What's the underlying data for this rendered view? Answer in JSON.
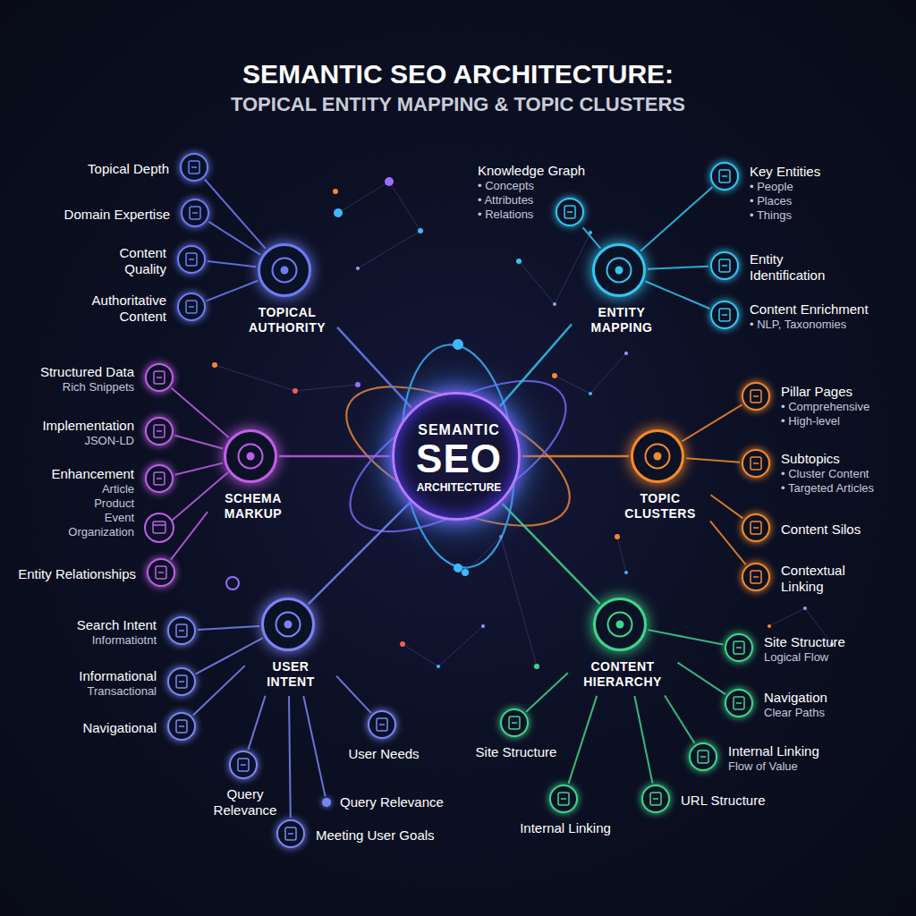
{
  "diagram": {
    "title": "SEMANTIC SEO ARCHITECTURE:",
    "nodes": [
      {
        "text": [
          "SEMANTIC",
          "SEO",
          "ARCHITECTURE"
        ]
      },
      {
        "text": [
          "TOPICAL AUTHORITY"
        ]
      },
      {
        "text": [
          "Topical Depth"
        ]
      },
      {
        "text": [
          "Domain Expertise"
        ]
      },
      {
        "text": [
          "Content Quality"
        ]
      },
      {
        "text": [
          "Authoritative Content"
        ]
      },
      {
        "text": [
          "ENTITY MAPPING"
        ]
      },
      {
        "text": [
          "Knowledge Graph",
          "• Concepts",
          "• Attributes",
          "• Relations"
        ]
      },
      {
        "text": [
          "Key Entities",
          "• People",
          "• Places",
          "• Things"
        ]
      },
      {
        "text": [
          "Entity Identification"
        ]
      },
      {
        "text": [
          "Content Enrichment",
          "• NLP, Taxonomies"
        ]
      },
      {
        "text": [
          "TOPIC CLUSTERS"
        ]
      },
      {
        "text": [
          "Pillar Pages",
          "• Comprehensive",
          "• High-level"
        ]
      },
      {
        "text": [
          "Subtopics",
          "• Cluster Content",
          "• Targeted Articles"
        ]
      },
      {
        "text": [
          "Content Silos"
        ]
      },
      {
        "text": [
          "Contextual Linking"
        ]
      },
      {
        "text": [
          "CONTENT HIERARCHY"
        ]
      },
      {
        "text": [
          "Site Structure",
          "Logical Flow"
        ]
      },
      {
        "text": [
          "Navigation",
          "Clear Paths"
        ]
      },
      {
        "text": [
          "Internal Linking",
          "Flow of Value"
        ]
      },
      {
        "text": [
          "URL Structure"
        ]
      },
      {
        "text": [
          "Internal Linking"
        ]
      },
      {
        "text": [
          "Site Structure"
        ]
      },
      {
        "text": [
          "USER INTENT"
        ]
      },
      {
        "text": [
          "Search Intent",
          "Informatiotnt"
        ]
      },
      {
        "text": [
          "Informational",
          "Transactional"
        ]
      },
      {
        "text": [
          "Navigational"
        ]
      },
      {
        "text": [
          "Query Relevance"
        ]
      },
      {
        "text": [
          "Meeting User Goals"
        ]
      },
      {
        "text": [
          "Query Relevance"
        ]
      },
      {
        "text": [
          "User Needs"
        ]
      },
      {
        "text": [
          "SCHEMA MARKUP"
        ]
      },
      {
        "text": [
          "Structured Data",
          "Rich Snippets"
        ]
      },
      {
        "text": [
          "Implementation",
          "JSON-LD"
        ]
      },
      {
        "text": [
          "Enhancement",
          "Article",
          "Product",
          "Event",
          "Organization"
        ]
      },
      {
        "text": [
          "Entity Relationships"
        ]
      }
    ],
    "edges": [
      {
        "from": 0,
        "to": 1,
        "arrow": "none"
      },
      {
        "from": 0,
        "to": 6,
        "arrow": "none"
      },
      {
        "from": 0,
        "to": 11,
        "arrow": "none"
      },
      {
        "from": 0,
        "to": 16,
        "arrow": "none"
      },
      {
        "from": 0,
        "to": 23,
        "arrow": "none"
      },
      {
        "from": 0,
        "to": 31,
        "arrow": "none"
      },
      {
        "from": 1,
        "to": 2,
        "arrow": "none"
      },
      {
        "from": 1,
        "to": 3,
        "arrow": "none"
      },
      {
        "from": 1,
        "to": 4,
        "arrow": "none"
      },
      {
        "from": 1,
        "to": 5,
        "arrow": "none"
      },
      {
        "from": 6,
        "to": 7,
        "arrow": "none"
      },
      {
        "from": 6,
        "to": 8,
        "arrow": "none"
      },
      {
        "from": 6,
        "to": 9,
        "arrow": "none"
      },
      {
        "from": 6,
        "to": 10,
        "arrow": "none"
      },
      {
        "from": 11,
        "to": 12,
        "arrow": "none"
      },
      {
        "from": 11,
        "to": 13,
        "arrow": "none"
      },
      {
        "from": 11,
        "to": 14,
        "arrow": "none"
      },
      {
        "from": 11,
        "to": 15,
        "arrow": "none"
      },
      {
        "from": 16,
        "to": 17,
        "arrow": "none"
      },
      {
        "from": 16,
        "to": 18,
        "arrow": "none"
      },
      {
        "from": 16,
        "to": 19,
        "arrow": "none"
      },
      {
        "from": 16,
        "to": 20,
        "arrow": "none"
      },
      {
        "from": 16,
        "to": 21,
        "arrow": "none"
      },
      {
        "from": 16,
        "to": 22,
        "arrow": "none"
      },
      {
        "from": 23,
        "to": 24,
        "arrow": "none"
      },
      {
        "from": 23,
        "to": 25,
        "arrow": "none"
      },
      {
        "from": 23,
        "to": 26,
        "arrow": "none"
      },
      {
        "from": 23,
        "to": 27,
        "arrow": "none"
      },
      {
        "from": 23,
        "to": 28,
        "arrow": "none"
      },
      {
        "from": 23,
        "to": 29,
        "arrow": "none"
      },
      {
        "from": 23,
        "to": 30,
        "arrow": "none"
      },
      {
        "from": 31,
        "to": 32,
        "arrow": "none"
      },
      {
        "from": 31,
        "to": 33,
        "arrow": "none"
      },
      {
        "from": 31,
        "to": 34,
        "arrow": "none"
      },
      {
        "from": 31,
        "to": 35,
        "arrow": "none"
      }
    ],
    "labels": [
      "TOPICAL ENTITY MAPPING & TOPIC CLUSTERS"
    ]
  }
}
